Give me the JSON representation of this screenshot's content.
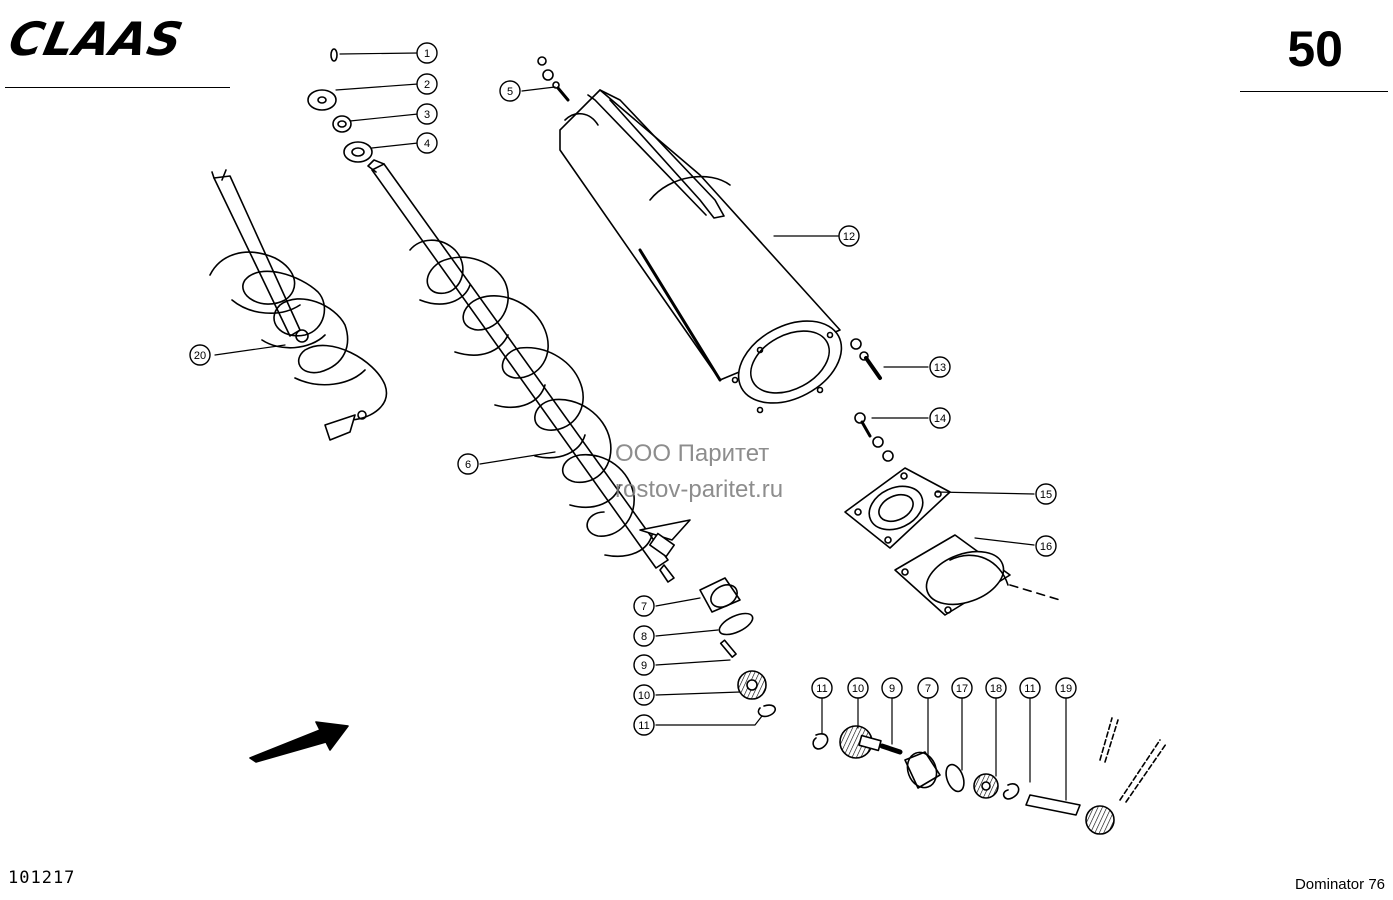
{
  "header": {
    "brand": "CLAAS",
    "page_number": "50"
  },
  "footer": {
    "doc_number": "101217",
    "model": "Dominator 76"
  },
  "watermark": {
    "company": "ООО Паритет",
    "site": "rostov-paritet.ru"
  },
  "callouts": [
    {
      "id": "c1",
      "label": "1"
    },
    {
      "id": "c2",
      "label": "2"
    },
    {
      "id": "c3",
      "label": "3"
    },
    {
      "id": "c4",
      "label": "4"
    },
    {
      "id": "c5",
      "label": "5"
    },
    {
      "id": "c6",
      "label": "6"
    },
    {
      "id": "c7",
      "label": "7"
    },
    {
      "id": "c8",
      "label": "8"
    },
    {
      "id": "c9",
      "label": "9"
    },
    {
      "id": "c10",
      "label": "10"
    },
    {
      "id": "c11",
      "label": "11"
    },
    {
      "id": "c12",
      "label": "12"
    },
    {
      "id": "c13",
      "label": "13"
    },
    {
      "id": "c14",
      "label": "14"
    },
    {
      "id": "c15",
      "label": "15"
    },
    {
      "id": "c16",
      "label": "16"
    },
    {
      "id": "c20",
      "label": "20"
    },
    {
      "id": "c11b",
      "label": "11"
    },
    {
      "id": "c10b",
      "label": "10"
    },
    {
      "id": "c9b",
      "label": "9"
    },
    {
      "id": "c7b",
      "label": "7"
    },
    {
      "id": "c17",
      "label": "17"
    },
    {
      "id": "c18",
      "label": "18"
    },
    {
      "id": "c11c",
      "label": "11"
    },
    {
      "id": "c19",
      "label": "19"
    }
  ]
}
